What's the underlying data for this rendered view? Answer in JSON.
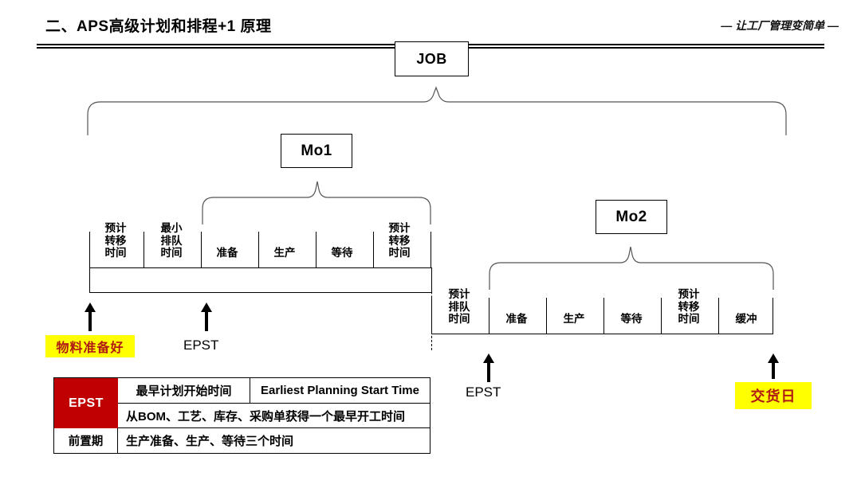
{
  "header": {
    "title": "二、APS高级计划和排程+1 原理",
    "tagline": "— 让工厂管理变简单 —"
  },
  "nodes": {
    "job": "JOB",
    "mo1": "Mo1",
    "mo2": "Mo2"
  },
  "row1": {
    "cells": [
      {
        "label": "预计\n转移\n时间",
        "lines": 3
      },
      {
        "label": "最小\n排队\n时间",
        "lines": 3
      },
      {
        "label": "准备",
        "lines": 1
      },
      {
        "label": "生产",
        "lines": 1
      },
      {
        "label": "等待",
        "lines": 1
      },
      {
        "label": "预计\n转移\n时间",
        "lines": 3
      }
    ],
    "arrows": [
      {
        "label": "物料准备好",
        "style": "highlight"
      },
      {
        "label": "EPST",
        "style": "plain"
      }
    ]
  },
  "row2": {
    "cells": [
      {
        "label": "预计\n排队\n时间",
        "lines": 3
      },
      {
        "label": "准备",
        "lines": 1
      },
      {
        "label": "生产",
        "lines": 1
      },
      {
        "label": "等待",
        "lines": 1
      },
      {
        "label": "预计\n转移\n时间",
        "lines": 3
      },
      {
        "label": "缓冲",
        "lines": 1
      }
    ],
    "arrows": [
      {
        "label": "EPST",
        "style": "plain"
      },
      {
        "label": "交货日",
        "style": "highlight"
      }
    ]
  },
  "legend": {
    "epst_abbr": "EPST",
    "epst_cn": "最早计划开始时间",
    "epst_en": "Earliest Planning Start Time",
    "epst_desc": "从BOM、工艺、库存、采购单获得一个最早开工时间",
    "leadtime_abbr": "前置期",
    "leadtime_desc": "生产准备、生产、等待三个时间"
  },
  "colors": {
    "highlight_bg": "#ffff00",
    "highlight_text": "#b01a14",
    "legend_header_bg": "#c00000",
    "line": "#000000",
    "brace": "#555555"
  }
}
